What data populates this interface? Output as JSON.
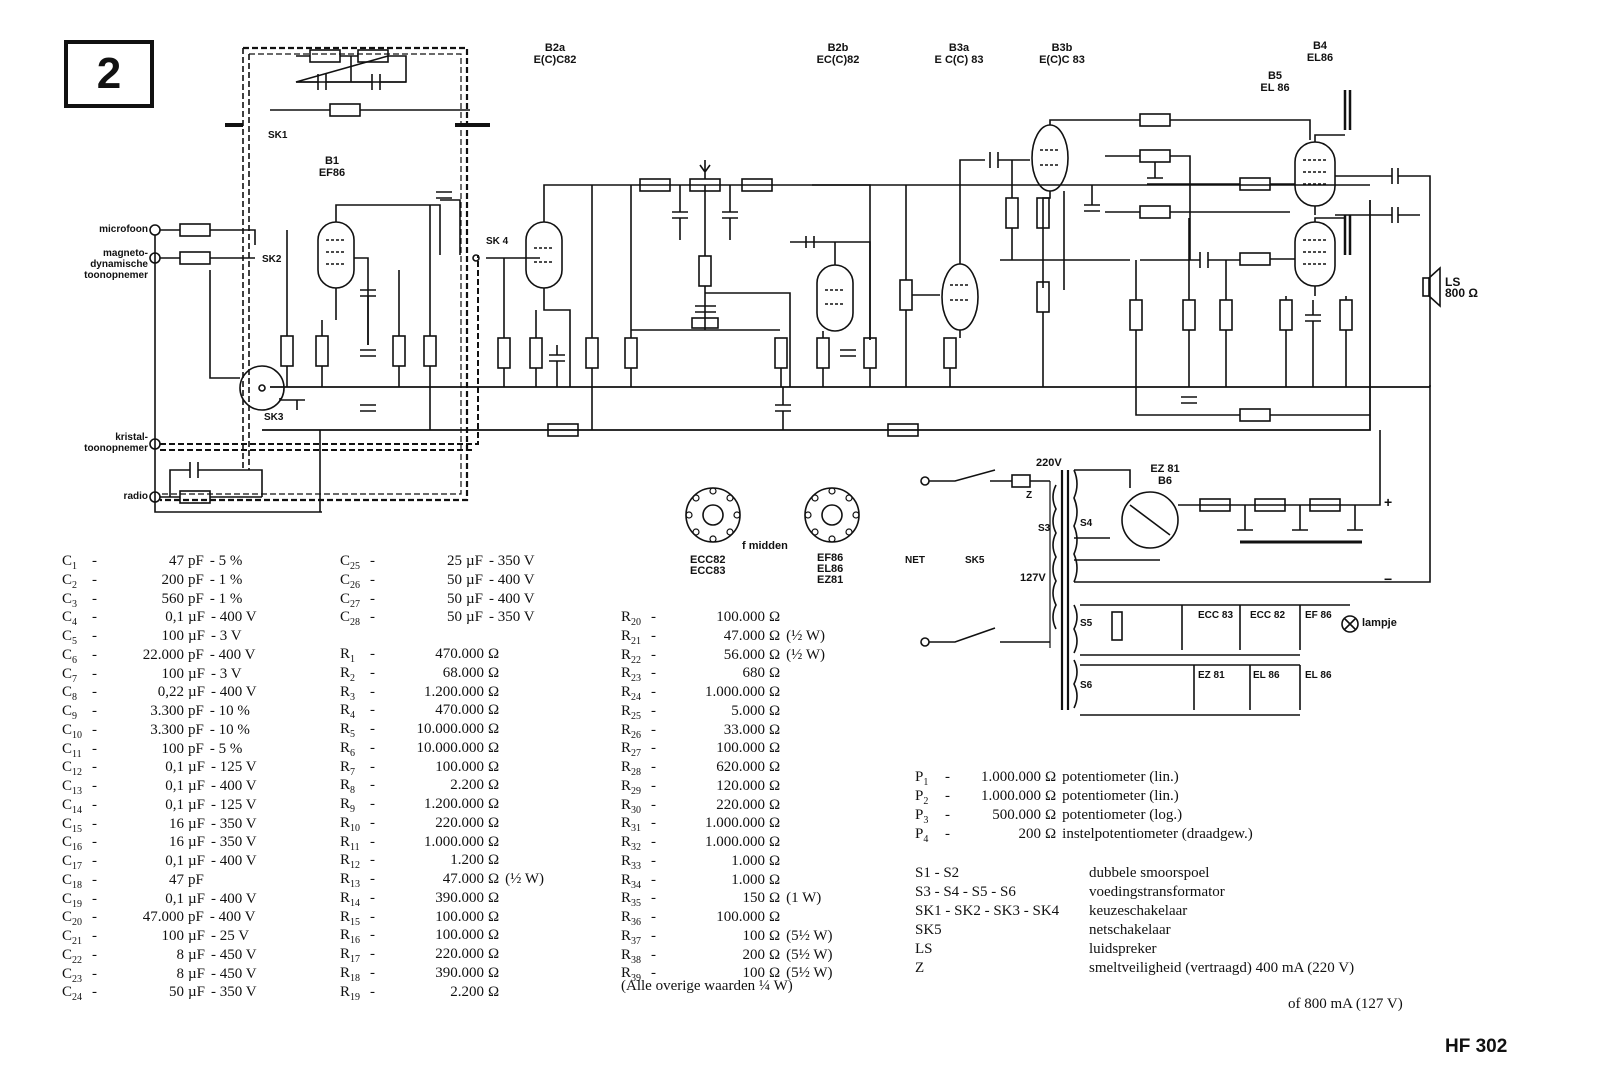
{
  "page_number": "2",
  "model": "HF 302",
  "tubes": [
    {
      "id": "B1",
      "type": "EF86"
    },
    {
      "id": "B2a",
      "type": "E(C)C82"
    },
    {
      "id": "B2b",
      "type": "EC(C)82"
    },
    {
      "id": "B3a",
      "type": "E C(C) 83"
    },
    {
      "id": "B3b",
      "type": "E(C)C 83"
    },
    {
      "id": "B4",
      "type": "EL86"
    },
    {
      "id": "B5",
      "type": "EL 86"
    },
    {
      "id": "B6",
      "type": "EZ 81"
    }
  ],
  "inputs": {
    "microfoon": "microfoon",
    "magneto_line1": "magneto-",
    "magneto_line2": "dynamische",
    "magneto_line3": "toonopnemer",
    "kristal_line1": "kristal-",
    "kristal_line2": "toonopnemer",
    "radio": "radio"
  },
  "schematic_labels": {
    "sk1": "SK1",
    "sk2": "SK2",
    "sk3": "SK3",
    "sk4": "SK 4",
    "sk5": "SK5",
    "net": "NET",
    "ls": "LS",
    "ls_imp": "800 Ω",
    "v220": "220V",
    "v127": "127V",
    "s3": "S3",
    "s4": "S4",
    "s5": "S5",
    "s6": "S6",
    "z": "Z",
    "lampje": "lampje",
    "plus": "+",
    "minus": "−",
    "filament_tubes": [
      "ECC 83",
      "ECC 82",
      "EF 86",
      "EZ 81",
      "EL 86",
      "EL 86"
    ],
    "sockets": [
      {
        "line1": "ECC82",
        "line2": "ECC83",
        "note": "f midden"
      },
      {
        "line1": "EF86",
        "line2": "EL86",
        "line3": "EZ81"
      }
    ]
  },
  "capacitors": [
    {
      "sym": "C",
      "sub": "1",
      "val": "47",
      "unit": "pF",
      "extra": "- 5 %"
    },
    {
      "sym": "C",
      "sub": "2",
      "val": "200",
      "unit": "pF",
      "extra": "- 1 %"
    },
    {
      "sym": "C",
      "sub": "3",
      "val": "560",
      "unit": "pF",
      "extra": "- 1 %"
    },
    {
      "sym": "C",
      "sub": "4",
      "val": "0,1",
      "unit": "µF",
      "extra": "- 400 V"
    },
    {
      "sym": "C",
      "sub": "5",
      "val": "100",
      "unit": "µF",
      "extra": "- 3 V"
    },
    {
      "sym": "C",
      "sub": "6",
      "val": "22.000",
      "unit": "pF",
      "extra": "- 400 V"
    },
    {
      "sym": "C",
      "sub": "7",
      "val": "100",
      "unit": "µF",
      "extra": "- 3 V"
    },
    {
      "sym": "C",
      "sub": "8",
      "val": "0,22",
      "unit": "µF",
      "extra": "- 400 V"
    },
    {
      "sym": "C",
      "sub": "9",
      "val": "3.300",
      "unit": "pF",
      "extra": "- 10 %"
    },
    {
      "sym": "C",
      "sub": "10",
      "val": "3.300",
      "unit": "pF",
      "extra": "- 10 %"
    },
    {
      "sym": "C",
      "sub": "11",
      "val": "100",
      "unit": "pF",
      "extra": "- 5 %"
    },
    {
      "sym": "C",
      "sub": "12",
      "val": "0,1",
      "unit": "µF",
      "extra": "- 125 V"
    },
    {
      "sym": "C",
      "sub": "13",
      "val": "0,1",
      "unit": "µF",
      "extra": "- 400 V"
    },
    {
      "sym": "C",
      "sub": "14",
      "val": "0,1",
      "unit": "µF",
      "extra": "- 125 V"
    },
    {
      "sym": "C",
      "sub": "15",
      "val": "16",
      "unit": "µF",
      "extra": "- 350 V"
    },
    {
      "sym": "C",
      "sub": "16",
      "val": "16",
      "unit": "µF",
      "extra": "- 350 V"
    },
    {
      "sym": "C",
      "sub": "17",
      "val": "0,1",
      "unit": "µF",
      "extra": "- 400 V"
    },
    {
      "sym": "C",
      "sub": "18",
      "val": "47",
      "unit": "pF",
      "extra": ""
    },
    {
      "sym": "C",
      "sub": "19",
      "val": "0,1",
      "unit": "µF",
      "extra": "- 400 V"
    },
    {
      "sym": "C",
      "sub": "20",
      "val": "47.000",
      "unit": "pF",
      "extra": "- 400 V"
    },
    {
      "sym": "C",
      "sub": "21",
      "val": "100",
      "unit": "µF",
      "extra": "- 25 V"
    },
    {
      "sym": "C",
      "sub": "22",
      "val": "8",
      "unit": "µF",
      "extra": "- 450 V"
    },
    {
      "sym": "C",
      "sub": "23",
      "val": "8",
      "unit": "µF",
      "extra": "- 450 V"
    },
    {
      "sym": "C",
      "sub": "24",
      "val": "50",
      "unit": "µF",
      "extra": "- 350 V"
    },
    {
      "sym": "C",
      "sub": "25",
      "val": "25",
      "unit": "µF",
      "extra": "- 350 V"
    },
    {
      "sym": "C",
      "sub": "26",
      "val": "50",
      "unit": "µF",
      "extra": "- 400 V"
    },
    {
      "sym": "C",
      "sub": "27",
      "val": "50",
      "unit": "µF",
      "extra": "- 400 V"
    },
    {
      "sym": "C",
      "sub": "28",
      "val": "50",
      "unit": "µF",
      "extra": "- 350 V"
    }
  ],
  "resistors_a": [
    {
      "sym": "R",
      "sub": "1",
      "val": "470.000",
      "unit": "Ω",
      "extra": ""
    },
    {
      "sym": "R",
      "sub": "2",
      "val": "68.000",
      "unit": "Ω",
      "extra": ""
    },
    {
      "sym": "R",
      "sub": "3",
      "val": "1.200.000",
      "unit": "Ω",
      "extra": ""
    },
    {
      "sym": "R",
      "sub": "4",
      "val": "470.000",
      "unit": "Ω",
      "extra": ""
    },
    {
      "sym": "R",
      "sub": "5",
      "val": "10.000.000",
      "unit": "Ω",
      "extra": ""
    },
    {
      "sym": "R",
      "sub": "6",
      "val": "10.000.000",
      "unit": "Ω",
      "extra": ""
    },
    {
      "sym": "R",
      "sub": "7",
      "val": "100.000",
      "unit": "Ω",
      "extra": ""
    },
    {
      "sym": "R",
      "sub": "8",
      "val": "2.200",
      "unit": "Ω",
      "extra": ""
    },
    {
      "sym": "R",
      "sub": "9",
      "val": "1.200.000",
      "unit": "Ω",
      "extra": ""
    },
    {
      "sym": "R",
      "sub": "10",
      "val": "220.000",
      "unit": "Ω",
      "extra": ""
    },
    {
      "sym": "R",
      "sub": "11",
      "val": "1.000.000",
      "unit": "Ω",
      "extra": ""
    },
    {
      "sym": "R",
      "sub": "12",
      "val": "1.200",
      "unit": "Ω",
      "extra": ""
    },
    {
      "sym": "R",
      "sub": "13",
      "val": "47.000",
      "unit": "Ω",
      "extra": "(½ W)"
    },
    {
      "sym": "R",
      "sub": "14",
      "val": "390.000",
      "unit": "Ω",
      "extra": ""
    },
    {
      "sym": "R",
      "sub": "15",
      "val": "100.000",
      "unit": "Ω",
      "extra": ""
    },
    {
      "sym": "R",
      "sub": "16",
      "val": "100.000",
      "unit": "Ω",
      "extra": ""
    },
    {
      "sym": "R",
      "sub": "17",
      "val": "220.000",
      "unit": "Ω",
      "extra": ""
    },
    {
      "sym": "R",
      "sub": "18",
      "val": "390.000",
      "unit": "Ω",
      "extra": ""
    },
    {
      "sym": "R",
      "sub": "19",
      "val": "2.200",
      "unit": "Ω",
      "extra": ""
    }
  ],
  "resistors_b": [
    {
      "sym": "R",
      "sub": "20",
      "val": "100.000",
      "unit": "Ω",
      "extra": ""
    },
    {
      "sym": "R",
      "sub": "21",
      "val": "47.000",
      "unit": "Ω",
      "extra": "(½ W)"
    },
    {
      "sym": "R",
      "sub": "22",
      "val": "56.000",
      "unit": "Ω",
      "extra": "(½ W)"
    },
    {
      "sym": "R",
      "sub": "23",
      "val": "680",
      "unit": "Ω",
      "extra": ""
    },
    {
      "sym": "R",
      "sub": "24",
      "val": "1.000.000",
      "unit": "Ω",
      "extra": ""
    },
    {
      "sym": "R",
      "sub": "25",
      "val": "5.000",
      "unit": "Ω",
      "extra": ""
    },
    {
      "sym": "R",
      "sub": "26",
      "val": "33.000",
      "unit": "Ω",
      "extra": ""
    },
    {
      "sym": "R",
      "sub": "27",
      "val": "100.000",
      "unit": "Ω",
      "extra": ""
    },
    {
      "sym": "R",
      "sub": "28",
      "val": "620.000",
      "unit": "Ω",
      "extra": ""
    },
    {
      "sym": "R",
      "sub": "29",
      "val": "120.000",
      "unit": "Ω",
      "extra": ""
    },
    {
      "sym": "R",
      "sub": "30",
      "val": "220.000",
      "unit": "Ω",
      "extra": ""
    },
    {
      "sym": "R",
      "sub": "31",
      "val": "1.000.000",
      "unit": "Ω",
      "extra": ""
    },
    {
      "sym": "R",
      "sub": "32",
      "val": "1.000.000",
      "unit": "Ω",
      "extra": ""
    },
    {
      "sym": "R",
      "sub": "33",
      "val": "1.000",
      "unit": "Ω",
      "extra": ""
    },
    {
      "sym": "R",
      "sub": "34",
      "val": "1.000",
      "unit": "Ω",
      "extra": ""
    },
    {
      "sym": "R",
      "sub": "35",
      "val": "150",
      "unit": "Ω",
      "extra": "(1 W)"
    },
    {
      "sym": "R",
      "sub": "36",
      "val": "100.000",
      "unit": "Ω",
      "extra": ""
    },
    {
      "sym": "R",
      "sub": "37",
      "val": "100",
      "unit": "Ω",
      "extra": "(5½ W)"
    },
    {
      "sym": "R",
      "sub": "38",
      "val": "200",
      "unit": "Ω",
      "extra": "(5½ W)"
    },
    {
      "sym": "R",
      "sub": "39",
      "val": "100",
      "unit": "Ω",
      "extra": "(5½ W)"
    }
  ],
  "resistor_note": "(Alle overige waarden ¼ W)",
  "potentiometers": [
    {
      "sym": "P",
      "sub": "1",
      "val": "1.000.000",
      "unit": "Ω",
      "desc": "potentiometer (lin.)"
    },
    {
      "sym": "P",
      "sub": "2",
      "val": "1.000.000",
      "unit": "Ω",
      "desc": "potentiometer (lin.)"
    },
    {
      "sym": "P",
      "sub": "3",
      "val": "500.000",
      "unit": "Ω",
      "desc": "potentiometer (log.)"
    },
    {
      "sym": "P",
      "sub": "4",
      "val": "200",
      "unit": "Ω",
      "desc": "instelpotentiometer (draadgew.)"
    }
  ],
  "definitions": [
    {
      "key": "S1 - S2",
      "desc": "dubbele smoorspoel"
    },
    {
      "key": "S3 - S4 - S5 - S6",
      "desc": "voedingstransformator"
    },
    {
      "key": "SK1 - SK2 - SK3 - SK4",
      "desc": "keuzeschakelaar"
    },
    {
      "key": "SK5",
      "desc": "netschakelaar"
    },
    {
      "key": "LS",
      "desc": "luidspreker"
    },
    {
      "key": "Z",
      "desc": "smeltveiligheid (vertraagd) 400 mA (220 V)"
    }
  ],
  "fuse_alt": "of 800 mA (127 V)"
}
